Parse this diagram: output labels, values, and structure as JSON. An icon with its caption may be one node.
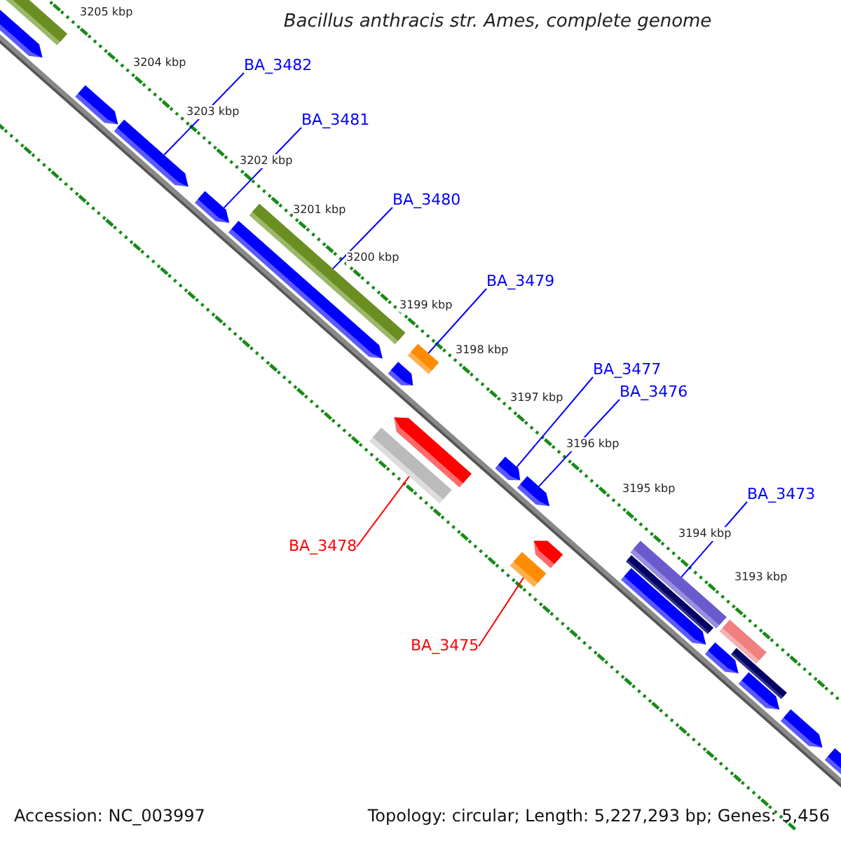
{
  "diagram": {
    "title": "Bacillus anthracis str. Ames, complete genome",
    "nodes": [
      {
        "text": [
          "BA_3482"
        ]
      },
      {
        "text": [
          "BA_3481"
        ]
      },
      {
        "text": [
          "BA_3480"
        ]
      },
      {
        "text": [
          "BA_3479"
        ]
      },
      {
        "text": [
          "BA_3477"
        ]
      },
      {
        "text": [
          "BA_3476"
        ]
      },
      {
        "text": [
          "BA_3473"
        ]
      },
      {
        "text": [
          "BA_3478"
        ]
      },
      {
        "text": [
          "BA_3475"
        ]
      },
      {
        "text": [],
        "shape": "bar"
      },
      {
        "text": [],
        "shape": "arrow"
      },
      {
        "text": [],
        "shape": "arrow"
      },
      {
        "text": [],
        "shape": "arrow"
      },
      {
        "text": [],
        "shape": "arrow"
      },
      {
        "text": [],
        "shape": "arrow"
      },
      {
        "text": [],
        "shape": "bar"
      },
      {
        "text": [],
        "shape": "arrow"
      },
      {
        "text": [],
        "shape": "bar"
      },
      {
        "text": [],
        "shape": "bar"
      },
      {
        "text": [],
        "shape": "arrow"
      },
      {
        "text": [],
        "shape": "arrow"
      },
      {
        "text": [],
        "shape": "arrow"
      },
      {
        "text": [],
        "shape": "bar"
      },
      {
        "text": [],
        "shape": "arrow"
      },
      {
        "text": [],
        "shape": "bar"
      },
      {
        "text": [],
        "shape": "bar"
      },
      {
        "text": [],
        "shape": "arrow"
      },
      {
        "text": [],
        "shape": "bar"
      },
      {
        "text": [],
        "shape": "arrow"
      },
      {
        "text": [],
        "shape": "bar"
      },
      {
        "text": [],
        "shape": "arrow"
      },
      {
        "text": [],
        "shape": "arrow"
      },
      {
        "text": [],
        "shape": "arrow"
      }
    ],
    "edges": [
      {
        "from": 0,
        "to": 12,
        "arrow": "none"
      },
      {
        "from": 1,
        "to": 13,
        "arrow": "none"
      },
      {
        "from": 2,
        "to": 15,
        "arrow": "none"
      },
      {
        "from": 3,
        "to": 17,
        "arrow": "none"
      },
      {
        "from": 4,
        "to": 20,
        "arrow": "none"
      },
      {
        "from": 5,
        "to": 21,
        "arrow": "none"
      },
      {
        "from": 6,
        "to": 24,
        "arrow": "none"
      },
      {
        "from": 7,
        "to": 18,
        "arrow": "none",
        "color": "#ff0000"
      },
      {
        "from": 8,
        "to": 22,
        "arrow": "none",
        "color": "#ff0000"
      }
    ],
    "labels": [
      "3205 kbp",
      "3204 kbp",
      "3203 kbp",
      "3202 kbp",
      "3201 kbp",
      "3200 kbp",
      "3199 kbp",
      "3198 kbp",
      "3197 kbp",
      "3196 kbp",
      "3195 kbp",
      "3194 kbp",
      "3193 kbp",
      "Accession: NC_003997",
      "Topology: circular; Length: 5,227,293 bp; Genes: 5,456"
    ]
  }
}
